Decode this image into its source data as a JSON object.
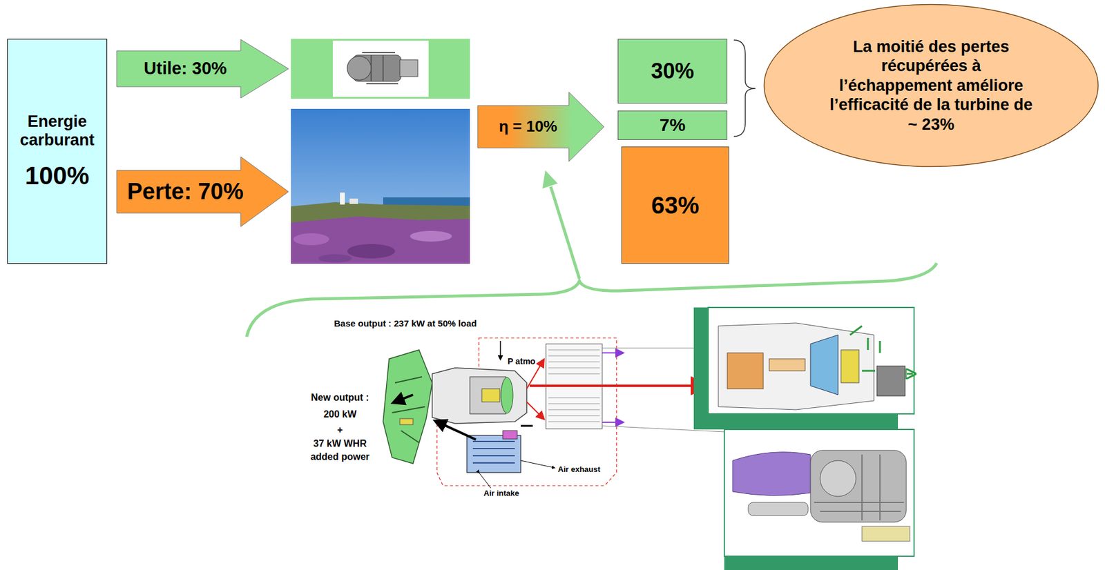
{
  "diagram": {
    "nodes": [
      {
        "text": [
          "Energie carburant",
          "100%"
        ]
      },
      {
        "text": [
          "Utile: 30%"
        ]
      },
      {
        "text": [
          "Perte: 70%"
        ]
      },
      {
        "text": [
          "η = 10%"
        ]
      },
      {
        "text": [
          "30%"
        ]
      },
      {
        "text": [
          "7%"
        ]
      },
      {
        "text": [
          "63%"
        ]
      },
      {
        "text": [
          "La moitié des pertes récupérées à l’échappement améliore l’efficacité de la turbine de ~ 23%"
        ]
      }
    ],
    "labels": [
      "Base output : 237 kW at 50% load",
      "P atmo",
      "New output :",
      "200 kW",
      "+",
      "37 kW WHR",
      "added power",
      "Air exhaust",
      "Air intake"
    ]
  }
}
